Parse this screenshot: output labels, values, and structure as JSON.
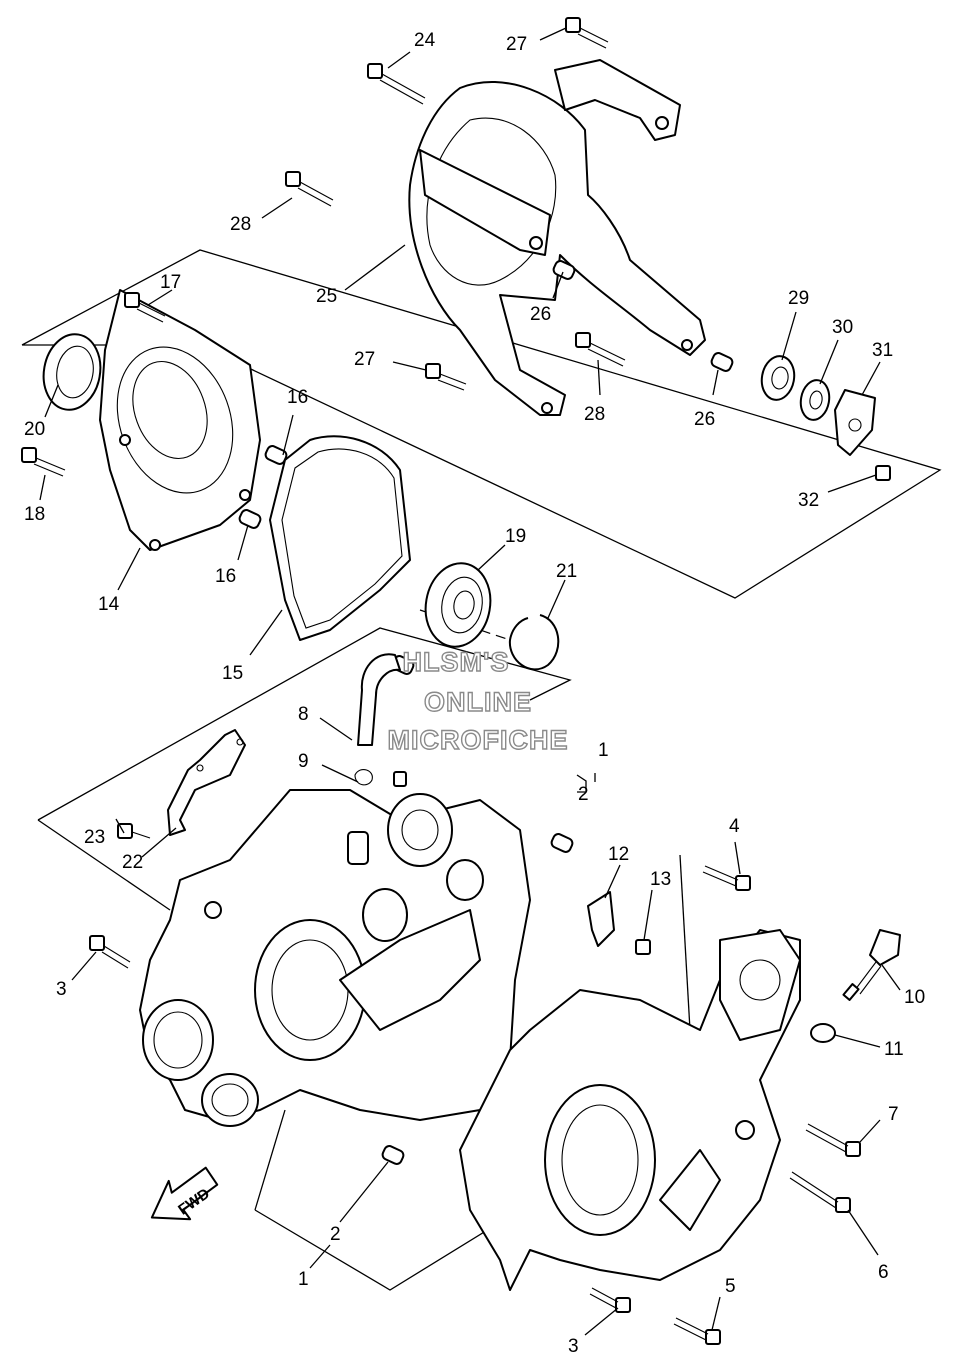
{
  "watermark": [
    "HLSM'S",
    "ONLINE",
    "MICROFICHE"
  ],
  "fwd_label": "FWD",
  "callouts": [
    "1",
    "2",
    "3",
    "4",
    "5",
    "6",
    "7",
    "8",
    "9",
    "10",
    "11",
    "12",
    "13",
    "14",
    "15",
    "16",
    "17",
    "18",
    "19",
    "20",
    "21",
    "22",
    "23",
    "24",
    "25",
    "26",
    "27",
    "28",
    "29",
    "30",
    "31",
    "32"
  ],
  "part_icons": {
    "bolt": "bolt-icon",
    "dowel": "dowel-pin-icon",
    "bearing": "bearing-icon",
    "gasket": "gasket-icon",
    "cover": "crankcase-cover-icon",
    "crankcase": "crankcase-icon"
  }
}
